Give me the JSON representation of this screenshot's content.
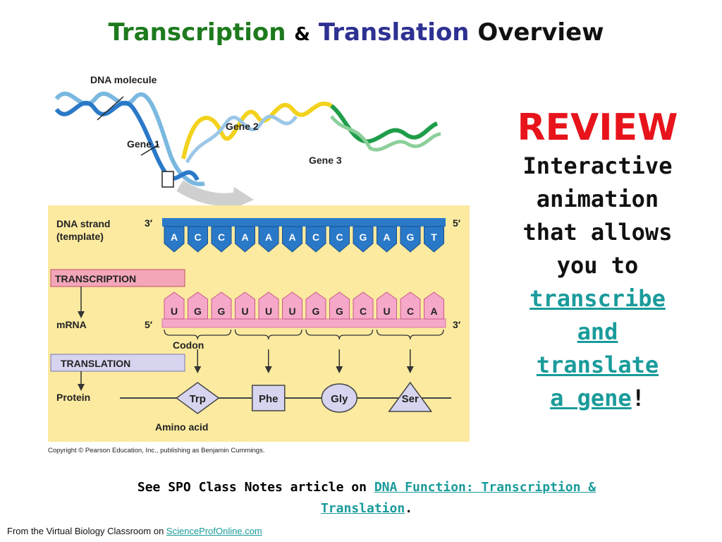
{
  "title": {
    "part1": "Transcription",
    "amp": "&",
    "part2": "Translation",
    "part3": "Overview"
  },
  "diagram": {
    "dna_molecule_label": "DNA molecule",
    "gene1": "Gene 1",
    "gene2": "Gene 2",
    "gene3": "Gene 3",
    "dna_strand_label_1": "DNA strand",
    "dna_strand_label_2": "(template)",
    "three_prime": "3′",
    "five_prime": "5′",
    "dna_bases": [
      "A",
      "C",
      "C",
      "A",
      "A",
      "A",
      "C",
      "C",
      "G",
      "A",
      "G",
      "T"
    ],
    "transcription_label": "TRANSCRIPTION",
    "mrna_label": "mRNA",
    "mrna_bases": [
      "U",
      "G",
      "G",
      "U",
      "U",
      "U",
      "G",
      "G",
      "C",
      "U",
      "C",
      "A"
    ],
    "codon_label": "Codon",
    "translation_label": "TRANSLATION",
    "protein_label": "Protein",
    "amino_acids": [
      "Trp",
      "Phe",
      "Gly",
      "Ser"
    ],
    "amino_acid_label": "Amino acid",
    "copyright": "Copyright © Pearson Education, Inc., publishing as Benjamin Cummings."
  },
  "review": {
    "heading": "REVIEW",
    "line1": "Interactive",
    "line2": "animation",
    "line3": "that allows",
    "line4": "you to",
    "link1": "transcribe",
    "link2": "and",
    "link3": "translate",
    "link4": "a gene",
    "bang": "!"
  },
  "see_also": {
    "prefix": "See SPO Class Notes article on",
    "link_part1": "DNA Function: Transcription &",
    "link_part2": "Translation",
    "suffix": "."
  },
  "footer": {
    "text": "From the  Virtual Biology Classroom on",
    "link": "ScienceProfOnline.com"
  },
  "colors": {
    "title_green": "#1d7a1d",
    "title_blue": "#2e3192",
    "review_red": "#e8141c",
    "link_teal": "#1a9b9b",
    "panel_yellow": "#fbeaa0",
    "dna_blue": "#2a79c8",
    "mrna_pink": "#f5a8c8",
    "label_box_pink": "#f3a6b8",
    "label_box_lilac": "#d6d4ee"
  }
}
